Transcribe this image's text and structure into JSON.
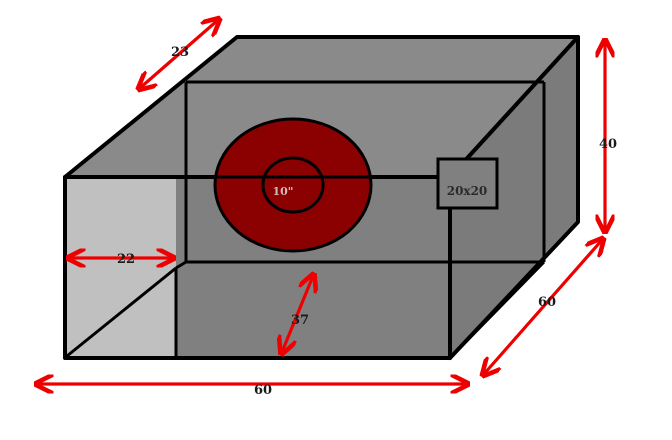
{
  "diagram": {
    "colors": {
      "box_dark": "#808080",
      "box_top": "#8a8a8a",
      "box_side": "#7a7a7a",
      "cutaway": "#c0c0c0",
      "edge": "#000000",
      "driver_outer": "#8b0000",
      "driver_inner": "#9a0c0c",
      "arrow": "#ee0000"
    },
    "labels": {
      "depth_top": "23",
      "width_inner": "22",
      "height_right": "40",
      "depth_bottom_right": "60",
      "width_bottom": "60",
      "inner_height": "37",
      "port": "20x20",
      "driver": "10\""
    }
  }
}
